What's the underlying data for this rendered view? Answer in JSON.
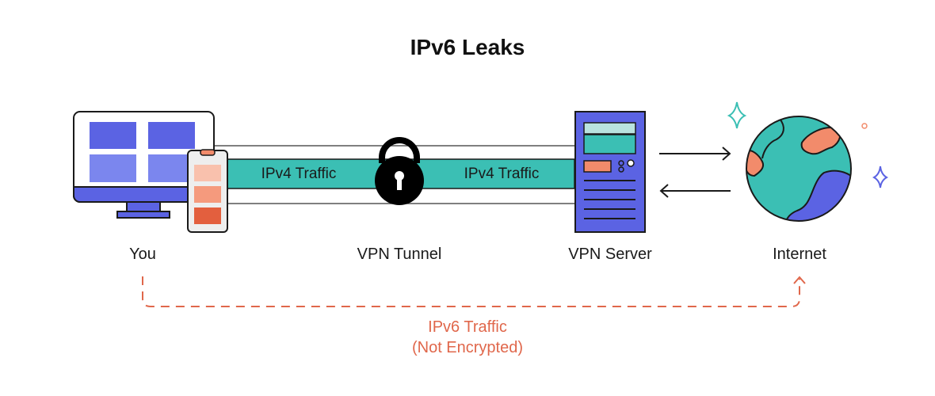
{
  "title": "IPv6 Leaks",
  "nodes": {
    "you": "You",
    "tunnel": "VPN Tunnel",
    "server": "VPN Server",
    "internet": "Internet"
  },
  "tunnel_labels": {
    "left": "IPv4 Traffic",
    "right": "IPv4 Traffic"
  },
  "ipv6": {
    "line1": "IPv6 Traffic",
    "line2": "(Not Encrypted)"
  },
  "colors": {
    "tunnel": "#3bbfb4",
    "leak": "#e0674b",
    "device_blue": "#5b63e3",
    "device_blue_light": "#7b86ee",
    "outline": "#1a1a1a",
    "salmon": "#f28b6b"
  }
}
